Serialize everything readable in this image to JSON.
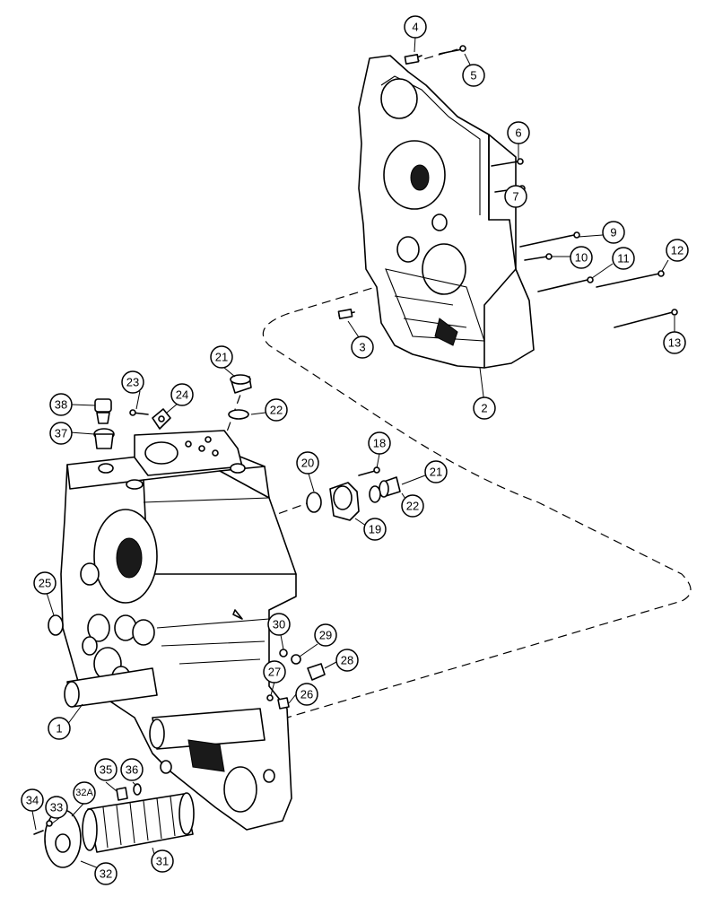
{
  "callouts": [
    "1",
    "2",
    "3",
    "4",
    "5",
    "6",
    "7",
    "9",
    "10",
    "11",
    "12",
    "13",
    "18",
    "19",
    "20",
    "21",
    "22",
    "23",
    "24",
    "21",
    "22",
    "25",
    "26",
    "27",
    "28",
    "29",
    "30",
    "31",
    "32",
    "32A",
    "33",
    "34",
    "35",
    "36",
    "37",
    "38"
  ]
}
